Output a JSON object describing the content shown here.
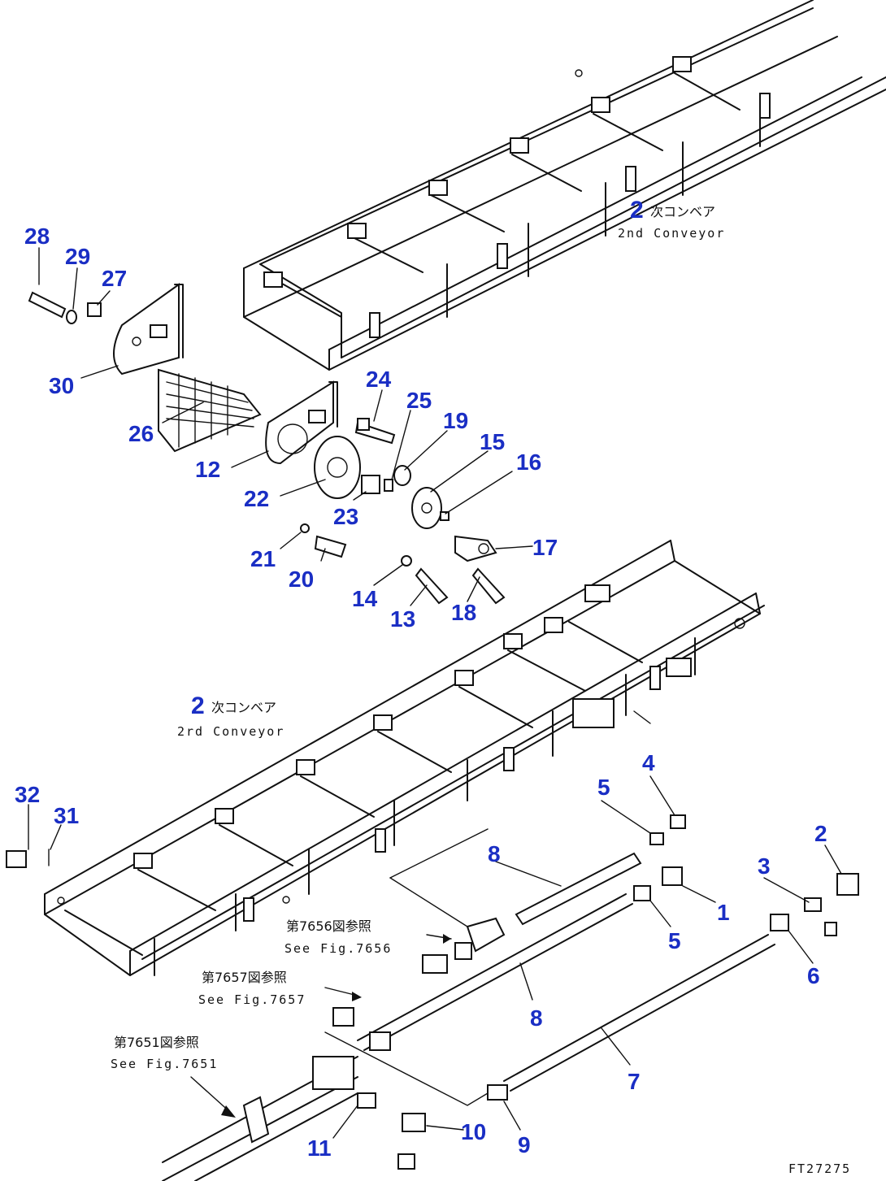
{
  "diagram": {
    "conveyor_labels": [
      {
        "number": "2",
        "jp": "次コンベア",
        "en": "2nd Conveyor"
      },
      {
        "number": "2",
        "jp": "次コンベア",
        "en": "2rd Conveyor"
      }
    ],
    "references": [
      {
        "jp": "第7656図参照",
        "en": "See Fig.7656"
      },
      {
        "jp": "第7657図参照",
        "en": "See Fig.7657"
      },
      {
        "jp": "第7651図参照",
        "en": "See Fig.7651"
      }
    ],
    "part_numbers": [
      "28",
      "29",
      "27",
      "30",
      "26",
      "12",
      "22",
      "21",
      "20",
      "24",
      "25",
      "23",
      "19",
      "15",
      "16",
      "17",
      "14",
      "13",
      "18",
      "32",
      "31",
      "8",
      "5",
      "4",
      "1",
      "5",
      "8",
      "3",
      "2",
      "6",
      "7",
      "9",
      "10",
      "11"
    ],
    "drawing_code": "FT27275"
  }
}
